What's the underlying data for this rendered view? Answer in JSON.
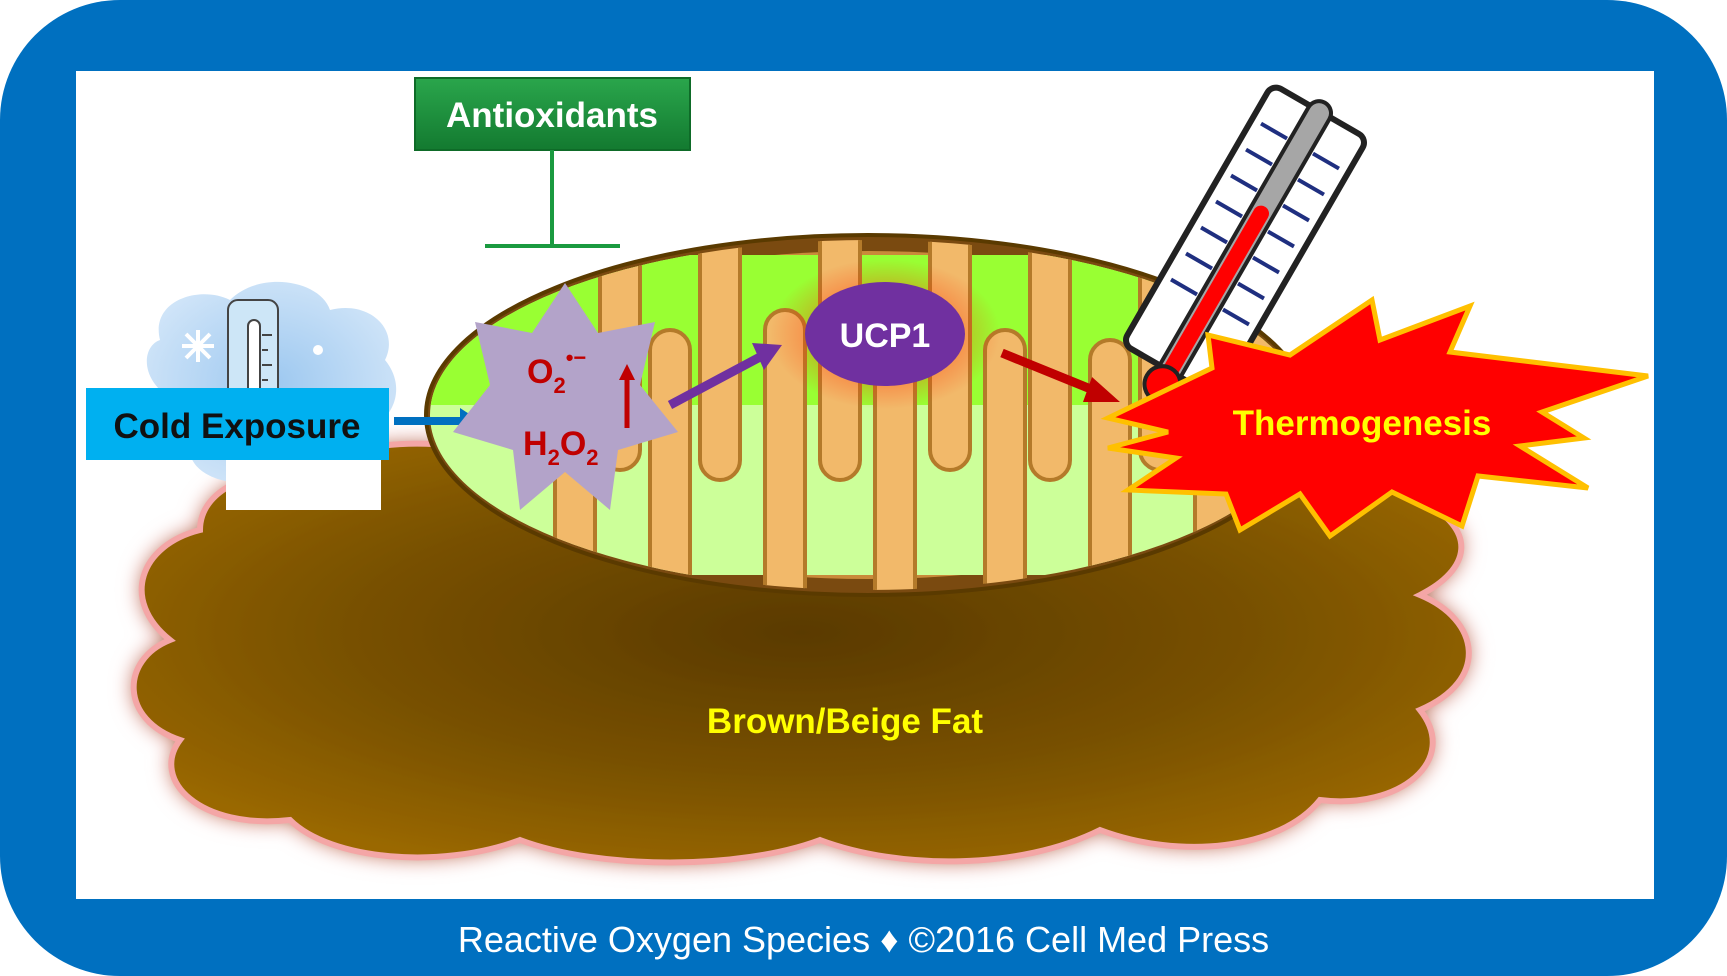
{
  "labels": {
    "antioxidants": "Antioxidants",
    "cold_exposure": "Cold Exposure",
    "superoxide_base": "O",
    "superoxide_sub": "2",
    "superoxide_sup": "•−",
    "h2o2_h": "H",
    "h2o2_sub1": "2",
    "h2o2_o": "O",
    "h2o2_sub2": "2",
    "ucp1": "UCP1",
    "thermogenesis": "Thermogenesis",
    "brown_beige_fat": "Brown/Beige Fat"
  },
  "footer": {
    "text": "Reactive Oxygen Species ♦ ©2016 Cell Med Press"
  },
  "colors": {
    "frame_blue": "#0070c0",
    "antioxidants_green": "#1a8f3c",
    "cold_box": "#00b0f0",
    "ros_star": "#b3a3c9",
    "ros_text": "#c00000",
    "ucp1_purple": "#7030a0",
    "thermo_burst": "#ff0000",
    "thermo_text": "#ffff00",
    "fat_brown": "#7a5500",
    "fat_text": "#ffff00",
    "matrix_green": "#99ff33",
    "membrane_tan": "#f2b96a"
  },
  "icons": [
    "thermometer-icon",
    "ice-thermometer-icon",
    "snowflake-icon"
  ]
}
